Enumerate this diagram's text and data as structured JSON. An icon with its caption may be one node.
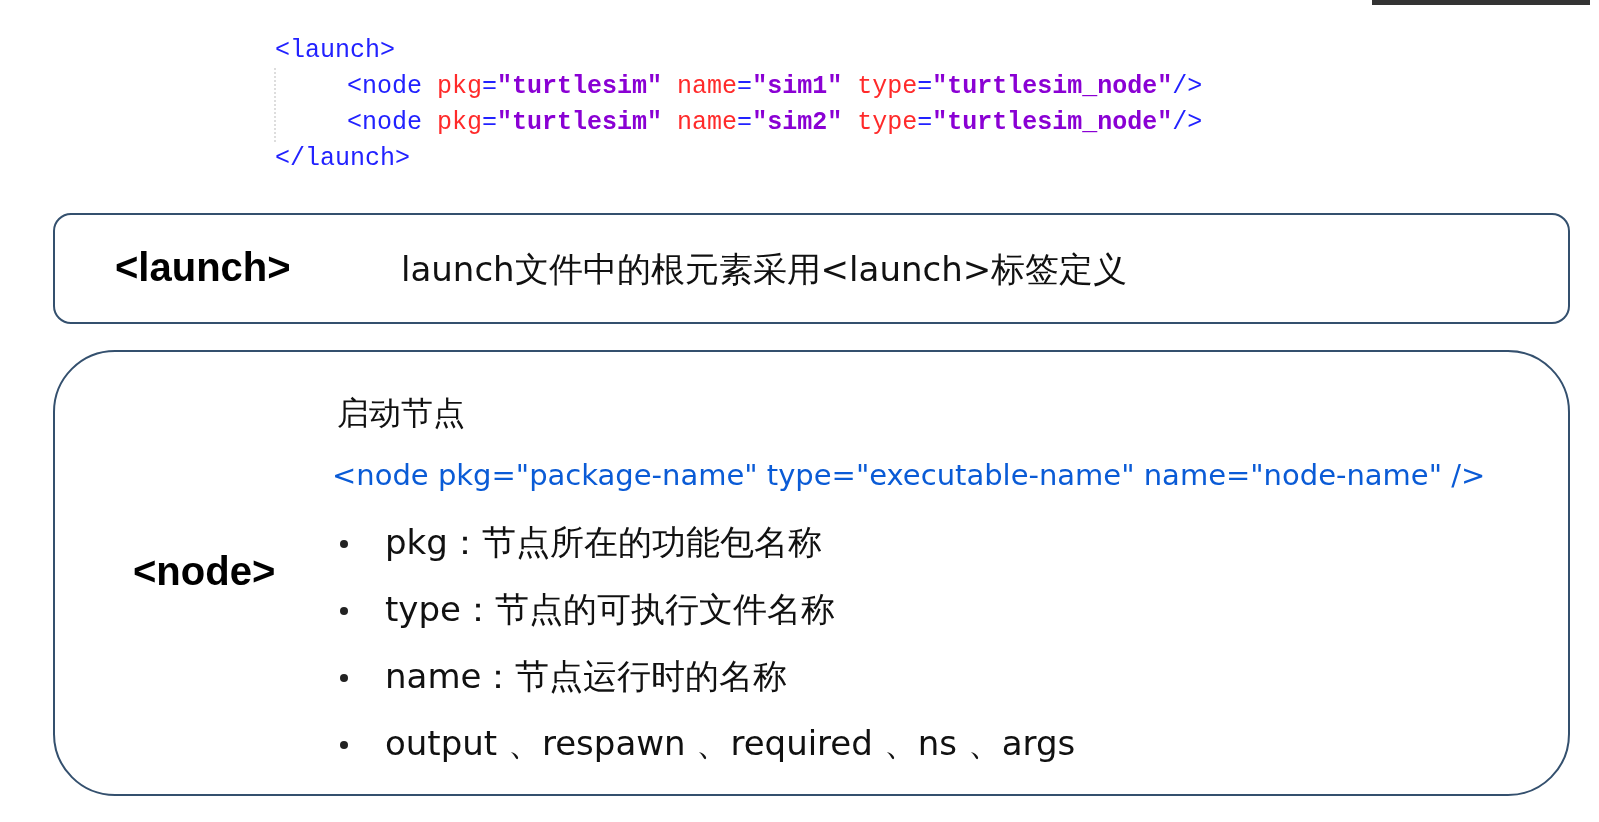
{
  "diagram": {
    "nodes": [
      {
        "text": [
          "<launch>",
          "launch文件中的根元素采用<launch>标签定义"
        ]
      },
      {
        "text": [
          "<node>",
          "启动节点",
          "<node pkg=\"package-name\" type=\"executable-name\" name=\"node-name\" />",
          "pkg：节点所在的功能包名称",
          "type：节点的可执行文件名称",
          "name：节点运行时的名称",
          "output 、respawn 、required 、ns 、args"
        ]
      }
    ],
    "labels": [
      "<launch>",
      "<node pkg=\"turtlesim\" name=\"sim1\" type=\"turtlesim_node\"/>",
      "<node pkg=\"turtlesim\" name=\"sim2\" type=\"turtlesim_node\"/>",
      "</launch>"
    ]
  }
}
